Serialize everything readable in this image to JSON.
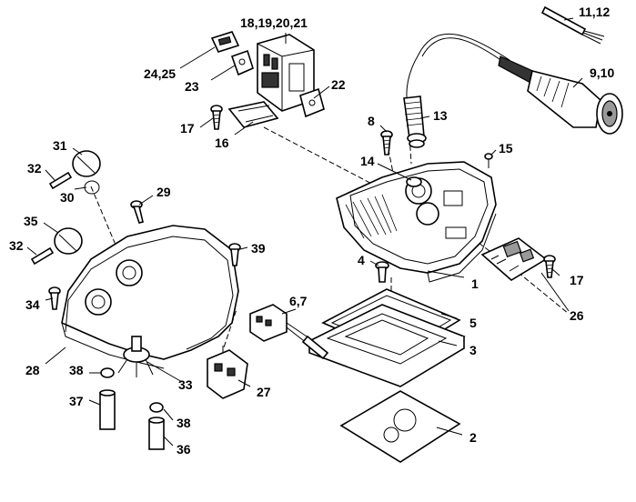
{
  "callouts": [
    {
      "id": "c1",
      "text": "1"
    },
    {
      "id": "c2",
      "text": "2"
    },
    {
      "id": "c3",
      "text": "3"
    },
    {
      "id": "c4",
      "text": "4"
    },
    {
      "id": "c5",
      "text": "5"
    },
    {
      "id": "c67",
      "text": "6,7"
    },
    {
      "id": "c8",
      "text": "8"
    },
    {
      "id": "c910",
      "text": "9,10"
    },
    {
      "id": "c1112",
      "text": "11,12"
    },
    {
      "id": "c13",
      "text": "13"
    },
    {
      "id": "c14",
      "text": "14"
    },
    {
      "id": "c15",
      "text": "15"
    },
    {
      "id": "c16",
      "text": "16"
    },
    {
      "id": "c17a",
      "text": "17"
    },
    {
      "id": "c17b",
      "text": "17"
    },
    {
      "id": "c18",
      "text": "18,19,20,21"
    },
    {
      "id": "c22",
      "text": "22"
    },
    {
      "id": "c23",
      "text": "23"
    },
    {
      "id": "c2425",
      "text": "24,25"
    },
    {
      "id": "c26",
      "text": "26"
    },
    {
      "id": "c27",
      "text": "27"
    },
    {
      "id": "c28",
      "text": "28"
    },
    {
      "id": "c29",
      "text": "29"
    },
    {
      "id": "c30",
      "text": "30"
    },
    {
      "id": "c31",
      "text": "31"
    },
    {
      "id": "c32a",
      "text": "32"
    },
    {
      "id": "c32b",
      "text": "32"
    },
    {
      "id": "c33",
      "text": "33"
    },
    {
      "id": "c34",
      "text": "34"
    },
    {
      "id": "c35",
      "text": "35"
    },
    {
      "id": "c36",
      "text": "36"
    },
    {
      "id": "c37",
      "text": "37"
    },
    {
      "id": "c38a",
      "text": "38"
    },
    {
      "id": "c38b",
      "text": "38"
    },
    {
      "id": "c39",
      "text": "39"
    }
  ]
}
